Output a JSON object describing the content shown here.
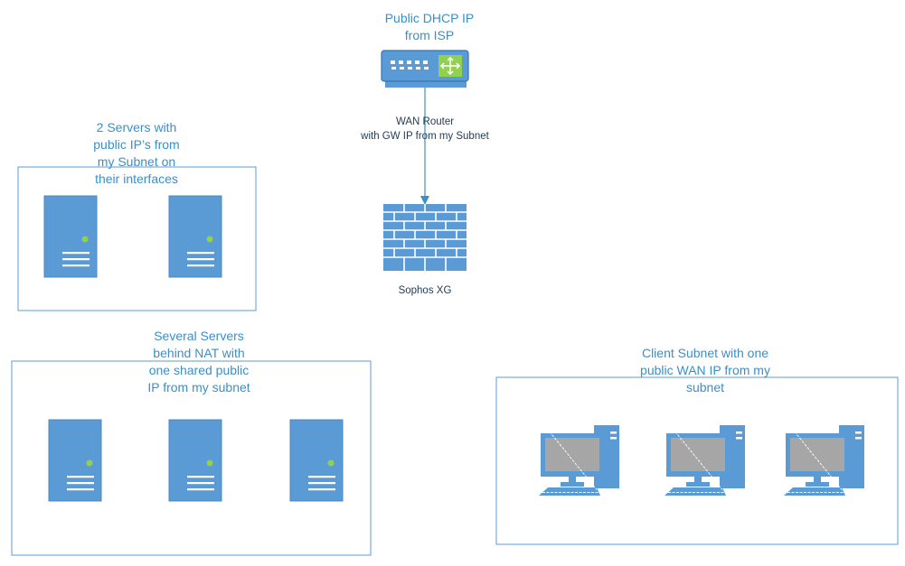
{
  "router": {
    "label_line1": "Public DHCP IP",
    "label_line2": "from ISP",
    "caption_line1": "WAN Router",
    "caption_line2": "with GW IP from my Subnet"
  },
  "firewall": {
    "label": "Sophos XG"
  },
  "group_public": {
    "line1": "2 Servers with",
    "line2": "public IP’s from",
    "line3": "my Subnet on",
    "line4": "their interfaces"
  },
  "group_nat": {
    "line1": "Several Servers",
    "line2": "behind NAT with",
    "line3": "one shared public",
    "line4": "IP from my subnet"
  },
  "group_clients": {
    "line1": "Client Subnet with one",
    "line2": "public WAN IP from my",
    "line3": "subnet"
  },
  "colors": {
    "accent": "#3b8fc7",
    "device": "#5b9bd5",
    "device_dark": "#2e75b6",
    "led": "#92d050",
    "screen": "#a6a6a6"
  }
}
